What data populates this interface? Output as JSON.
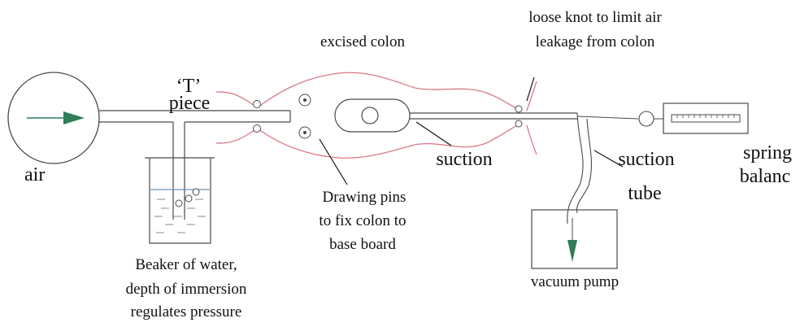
{
  "colors": {
    "ink": "#4a4a4a",
    "colon": "#d87a86",
    "arrow": "#2f7d59",
    "water_dash": "#8a8a8a",
    "water_line": "#6f8fb3"
  },
  "labels": {
    "air": "air",
    "t_piece_quote": "‘T’",
    "t_piece_word": "piece",
    "excised_colon": "excised colon",
    "loose_knot_l1": "loose knot to limit air",
    "loose_knot_l2": "leakage from  colon",
    "suction": "suction",
    "suction_tube_l1": "suction",
    "suction_tube_l2": "tube",
    "spring_l1": "spring",
    "spring_l2": "balanc",
    "pins_l1": "Drawing pins",
    "pins_l2": "to fix colon to",
    "pins_l3": "base board",
    "beaker_l1": "Beaker of water,",
    "beaker_l2": "depth of immersion",
    "beaker_l3": "regulates pressure",
    "vacuum_pump": "vacuum pump"
  }
}
